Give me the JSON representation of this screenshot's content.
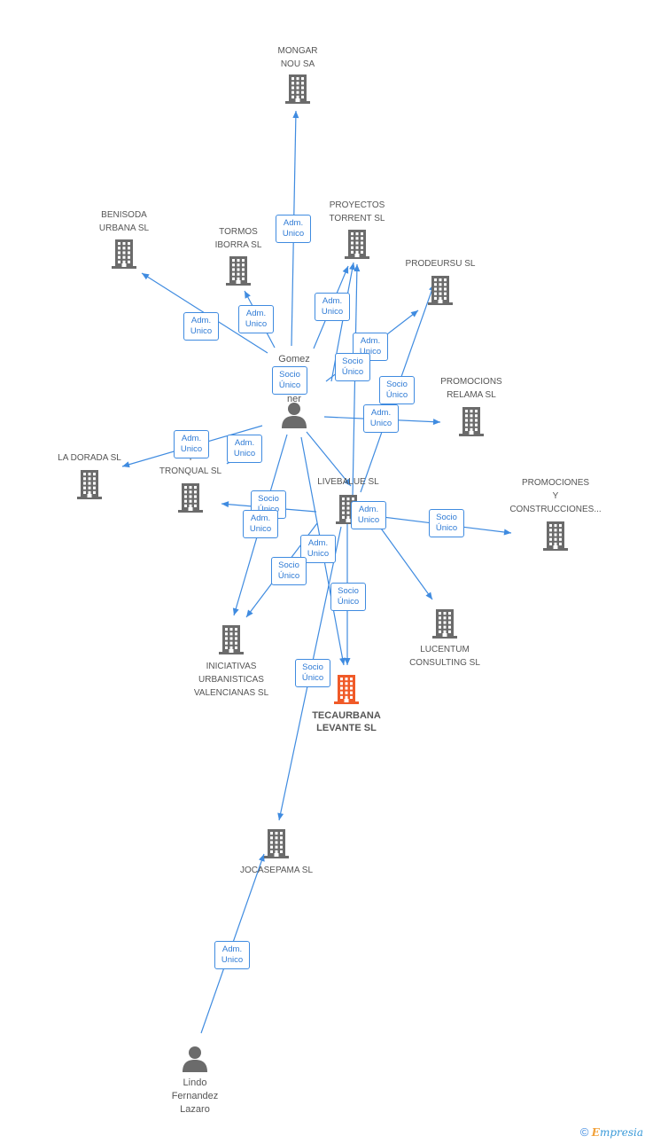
{
  "nodes": {
    "mongar": {
      "lines": [
        "MONGAR",
        "NOU SA"
      ],
      "kind": "company"
    },
    "benisoda": {
      "lines": [
        "BENISODA",
        "URBANA SL"
      ],
      "kind": "company"
    },
    "tormos": {
      "lines": [
        "TORMOS",
        "IBORRA SL"
      ],
      "kind": "company"
    },
    "proyectos": {
      "lines": [
        "PROYECTOS",
        "TORRENT SL"
      ],
      "kind": "company"
    },
    "prodeursu": {
      "lines": [
        "PRODEURSU SL"
      ],
      "kind": "company"
    },
    "gomez": {
      "lines": [
        "Gomez",
        "z",
        "M",
        "ner"
      ],
      "kind": "person"
    },
    "relama": {
      "lines": [
        "PROMOCIONS",
        "RELAMA SL"
      ],
      "kind": "company"
    },
    "dorada": {
      "lines": [
        "LA DORADA SL"
      ],
      "kind": "company"
    },
    "tronqual": {
      "lines": [
        "T",
        "TRONQUAL SL"
      ],
      "kind": "company"
    },
    "livebalue": {
      "lines": [
        "LIVEBALUE  SL"
      ],
      "kind": "company"
    },
    "construcciones": {
      "lines": [
        "PROMOCIONES",
        "Y",
        "CONSTRUCCIONES..."
      ],
      "kind": "company"
    },
    "iniciativas": {
      "lines": [
        "INICIATIVAS",
        "URBANISTICAS",
        "VALENCIANAS SL"
      ],
      "kind": "company"
    },
    "lucentum": {
      "lines": [
        "LUCENTUM",
        "CONSULTING SL"
      ],
      "kind": "company"
    },
    "tecaurbana": {
      "lines": [
        "TECAURBANA",
        "LEVANTE SL"
      ],
      "kind": "focus"
    },
    "jocasepama": {
      "lines": [
        "JOCASEPAMA SL"
      ],
      "kind": "company"
    },
    "lindo": {
      "lines": [
        "Lindo",
        "Fernandez",
        "Lazaro"
      ],
      "kind": "person"
    }
  },
  "badges": {
    "b1": [
      "Adm.",
      "Unico"
    ],
    "b2": [
      "Adm.",
      "Unico"
    ],
    "b3": [
      "Adm.",
      "Unico"
    ],
    "b4": [
      "Adm.",
      "Unico"
    ],
    "b5": [
      "Adm.",
      "Unico"
    ],
    "b6": [
      "Socio",
      "Único"
    ],
    "b7": [
      "Socio",
      "Único"
    ],
    "b8": [
      "Socio",
      "Único"
    ],
    "b9": [
      "Adm.",
      "Unico"
    ],
    "b10": [
      "Adm.",
      "Unico"
    ],
    "b11": [
      "Adm.",
      "Unico"
    ],
    "b12": [
      "Socio",
      "Único"
    ],
    "b13": [
      "Adm.",
      "Unico"
    ],
    "b14": [
      "Adm.",
      "Unico"
    ],
    "b15": [
      "Socio",
      "Único"
    ],
    "b16": [
      "Adm.",
      "Unico"
    ],
    "b17": [
      "Socio",
      "Único"
    ],
    "b18": [
      "Socio",
      "Único"
    ],
    "b19": [
      "Socio",
      "Único"
    ],
    "b20": [
      "Adm.",
      "Unico"
    ]
  },
  "colors": {
    "company": "#6b6b6b",
    "focus": "#f05a28",
    "person": "#6b6b6b",
    "edge": "#3f8be0"
  },
  "footer": {
    "copyright": "©",
    "brand_initial": "E",
    "brand_rest": "mpresia"
  }
}
